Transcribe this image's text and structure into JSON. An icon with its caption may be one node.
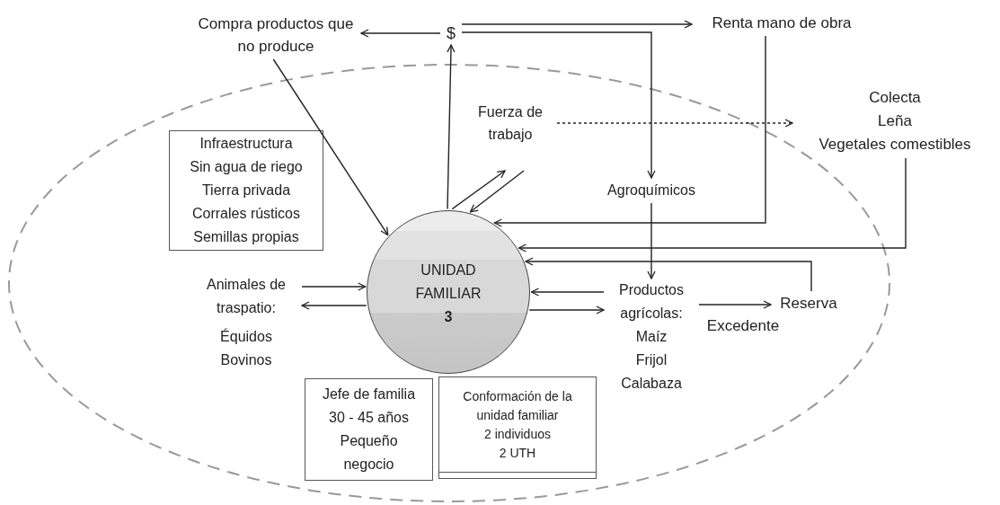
{
  "diagram": {
    "nodes": [
      {
        "text": [],
        "shape": "ellipse"
      },
      {
        "text": [
          "Compra productos que no produce"
        ]
      },
      {
        "text": [
          "$"
        ]
      },
      {
        "text": [
          "Renta mano de obra"
        ]
      },
      {
        "text": [
          "Fuerza de trabajo"
        ],
        "in": 0
      },
      {
        "text": [
          "Colecta",
          "Leña",
          "Vegetales comestibles"
        ]
      },
      {
        "text": [
          "Infraestructura",
          "Sin agua de riego",
          "Tierra privada",
          "Corrales rústicos",
          "Semillas propias"
        ],
        "in": 0
      },
      {
        "text": [
          "Agroquímicos"
        ],
        "in": 0
      },
      {
        "text": [
          "UNIDAD FAMILIAR",
          "3"
        ],
        "in": 0
      },
      {
        "text": [
          "Animales de traspatio:",
          "Équidos",
          "Bovinos"
        ],
        "in": 0
      },
      {
        "text": [
          "Productos agrícolas:",
          "Maíz",
          "Frijol",
          "Calabaza"
        ],
        "in": 0
      },
      {
        "text": [
          "Reserva"
        ],
        "in": 0
      },
      {
        "text": [
          "Jefe de familia",
          "30 - 45 años",
          "Pequeño negocio"
        ],
        "in": 0
      },
      {
        "text": [
          "Conformación de la unidad familiar",
          "2 individuos",
          "2 UTH"
        ],
        "in": 0
      }
    ],
    "edges": [
      {
        "from": 1,
        "to": 8,
        "arrow": "to"
      },
      {
        "from": 2,
        "to": 1,
        "arrow": "to"
      },
      {
        "from": 8,
        "to": 2,
        "arrow": "to"
      },
      {
        "from": 2,
        "to": 3,
        "arrow": "to"
      },
      {
        "from": 2,
        "to": 7,
        "arrow": "to"
      },
      {
        "from": 8,
        "to": 4,
        "arrow": "to"
      },
      {
        "from": 4,
        "to": 8,
        "arrow": "to"
      },
      {
        "from": 4,
        "to": 5,
        "arrow": "to",
        "style": "dashed"
      },
      {
        "from": 3,
        "to": 8,
        "arrow": "to"
      },
      {
        "from": 7,
        "to": 10,
        "arrow": "to"
      },
      {
        "from": 5,
        "to": 8,
        "arrow": "to"
      },
      {
        "from": 11,
        "to": 8,
        "arrow": "to"
      },
      {
        "from": 10,
        "to": 8,
        "arrow": "to"
      },
      {
        "from": 8,
        "to": 10,
        "arrow": "to"
      },
      {
        "from": 10,
        "to": 11,
        "arrow": "to",
        "label": "Excedente"
      },
      {
        "from": 9,
        "to": 8,
        "arrow": "to"
      },
      {
        "from": 8,
        "to": 9,
        "arrow": "to"
      }
    ]
  }
}
